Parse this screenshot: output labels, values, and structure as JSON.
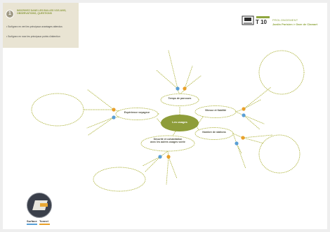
{
  "header_panel": {
    "number": "1",
    "heading": "INSCRIVEZ DANS LES BULLES VOS AVIS, OBSERVATIONS, QUESTIONS",
    "bullets": [
      "• Surlignez en vert les principaux avantages attendus",
      "• Surlignez en rose les principaux points d'attention"
    ]
  },
  "brand": {
    "code": "T 10",
    "tag": "PROLONGEMENT",
    "route": "Jardin Parisien > Gare de Clamart"
  },
  "mindmap": {
    "center": "Les usages",
    "topics": [
      {
        "lines": [
          "Temps de parcours"
        ]
      },
      {
        "lines": [
          "Expérience voyageur"
        ]
      },
      {
        "lines": [
          "Vitesse et fiabilité"
        ]
      },
      {
        "lines": [
          "Nombre de stations"
        ]
      },
      {
        "lines": [
          "Sécurité et cohabitation",
          "avec les autres usages voirie"
        ]
      }
    ],
    "colors": {
      "center_fill": "#8e9d3a",
      "bubble_stroke": "#b3b848",
      "surface": "#5a9fd6",
      "tunnel": "#e9a02a"
    }
  },
  "legend": {
    "surface": "Surface",
    "tunnel": "Tunnel"
  }
}
